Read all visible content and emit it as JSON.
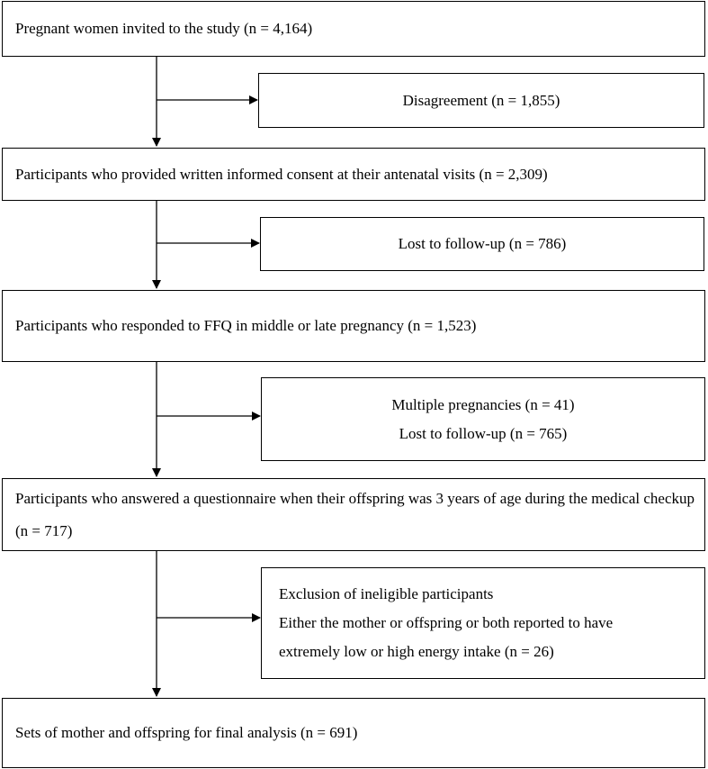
{
  "flowchart": {
    "main_steps": [
      {
        "label": "Pregnant women invited to the study (n = 4,164)"
      },
      {
        "label": "Participants who provided written informed consent at their antenatal visits (n = 2,309)"
      },
      {
        "label": "Participants who responded to FFQ in middle or late pregnancy (n = 1,523)"
      },
      {
        "label": "Participants who answered a questionnaire when their offspring was 3 years of age during the medical checkup (n = 717)"
      },
      {
        "label": "Sets of mother and offspring for final analysis (n = 691)"
      }
    ],
    "exclusions": [
      {
        "lines": [
          "Disagreement (n = 1,855)"
        ]
      },
      {
        "lines": [
          "Lost to follow-up (n = 786)"
        ]
      },
      {
        "lines": [
          "Multiple pregnancies (n = 41)",
          "Lost to follow-up (n = 765)"
        ]
      },
      {
        "lines": [
          "Exclusion of ineligible participants",
          "Either the mother or offspring or both reported to have",
          "extremely low or high energy intake (n = 26)"
        ]
      }
    ]
  }
}
